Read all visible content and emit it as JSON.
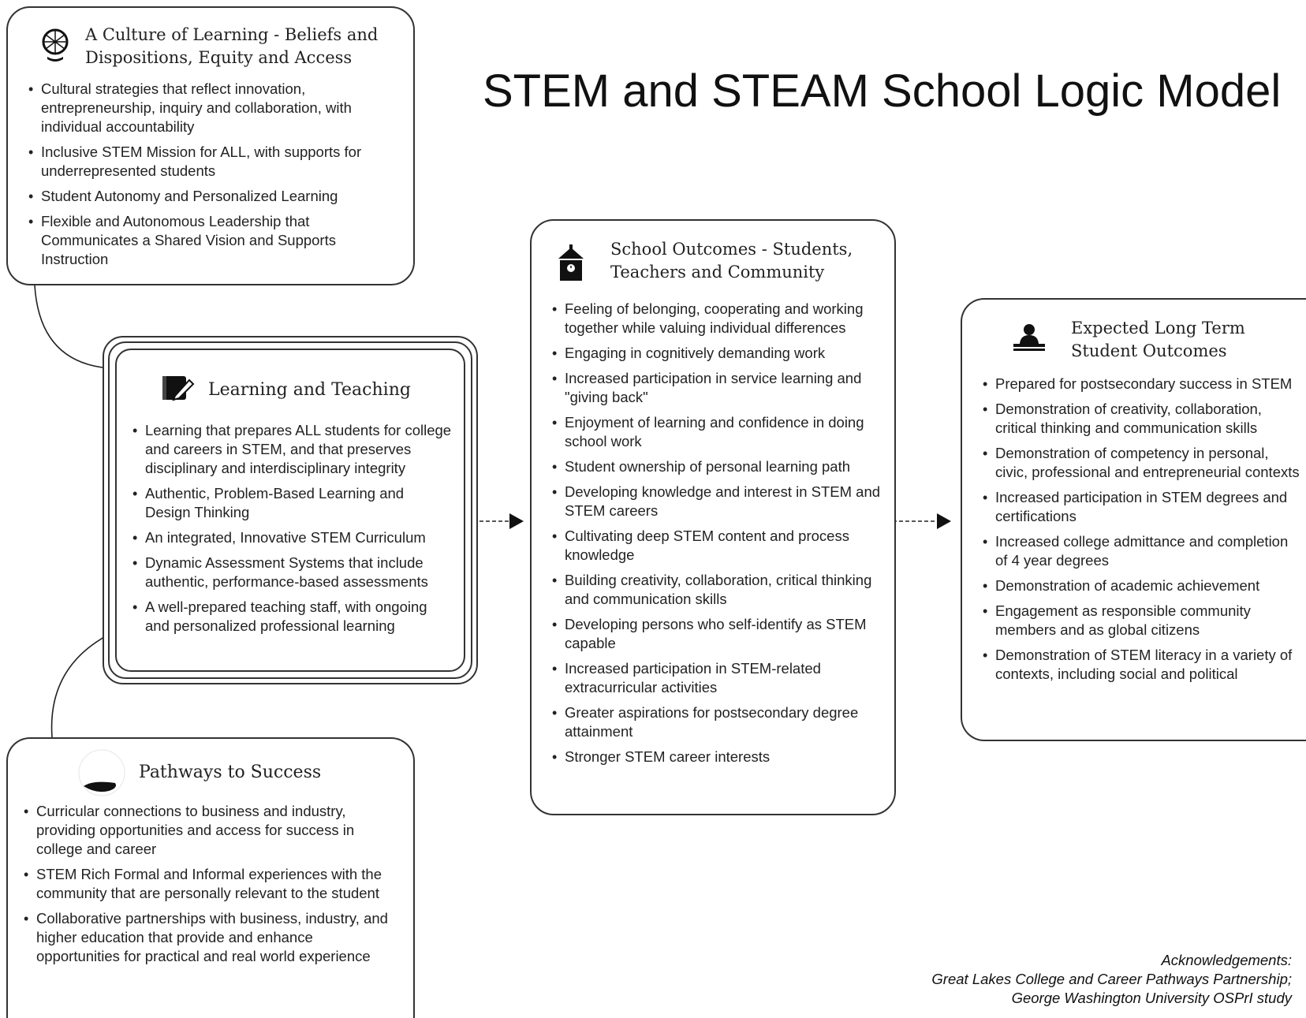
{
  "title": "STEM and STEAM School Logic Model",
  "boxes": {
    "culture": {
      "title_line1": "A Culture of Learning - Beliefs and",
      "title_line2": "Dispositions, Equity and Access",
      "icon": "globe-icon",
      "items": [
        "Cultural strategies that reflect innovation, entrepreneurship, inquiry and collaboration, with individual accountability",
        "Inclusive STEM Mission for ALL, with supports for underrepresented students",
        "Student Autonomy and Personalized Learning",
        "Flexible and Autonomous Leadership that Communicates a Shared Vision and Supports Instruction"
      ]
    },
    "learning": {
      "title": "Learning and Teaching",
      "icon": "notebook-pencil-icon",
      "items": [
        "Learning that prepares ALL students for college and careers in STEM, and that preserves disciplinary and interdisciplinary integrity",
        "Authentic, Problem-Based Learning and Design Thinking",
        "An integrated, Innovative STEM Curriculum",
        "Dynamic Assessment Systems that include authentic, performance-based assessments",
        "A well-prepared teaching staff, with ongoing and personalized professional learning"
      ]
    },
    "pathways": {
      "title": "Pathways to Success",
      "icon": "pathway-icon",
      "items": [
        "Curricular connections to business and industry, providing opportunities and access for success in college and career",
        "STEM Rich Formal and Informal experiences with the community that are personally relevant to the student",
        "Collaborative partnerships with business, industry, and higher education that provide and enhance opportunities for practical and real world experience"
      ]
    },
    "school": {
      "title_line1": "School Outcomes - Students,",
      "title_line2": "Teachers and Community",
      "icon": "schoolhouse-icon",
      "items": [
        "Feeling of belonging, cooperating and working together while valuing individual differences",
        "Engaging in cognitively demanding work",
        "Increased participation in service learning and \"giving back\"",
        "Enjoyment of learning and confidence in doing school work",
        "Student ownership of personal learning path",
        "Developing knowledge and interest in STEM and STEM careers",
        "Cultivating deep STEM content and process knowledge",
        "Building creativity, collaboration, critical thinking and communication skills",
        "Developing persons who self-identify as STEM capable",
        "Increased participation in STEM-related extracurricular activities",
        "Greater aspirations for postsecondary degree attainment",
        "Stronger STEM career interests"
      ]
    },
    "longterm": {
      "title_line1": "Expected Long Term",
      "title_line2": "Student Outcomes",
      "icon": "student-at-desk-icon",
      "items": [
        "Prepared for postsecondary success in STEM",
        "Demonstration of creativity, collaboration, critical thinking and communication skills",
        "Demonstration of competency in personal, civic, professional and entrepreneurial contexts",
        "Increased participation in STEM degrees and certifications",
        "Increased college admittance and completion of 4 year degrees",
        "Demonstration of academic achievement",
        "Engagement as responsible community members and as global citizens",
        "Demonstration of STEM literacy in a variety of contexts, including social and political"
      ]
    }
  },
  "acknowledgements": {
    "heading": "Acknowledgements:",
    "line1": "Great Lakes College and Career Pathways Partnership;",
    "line2": "George Washington University OSPrI study"
  }
}
